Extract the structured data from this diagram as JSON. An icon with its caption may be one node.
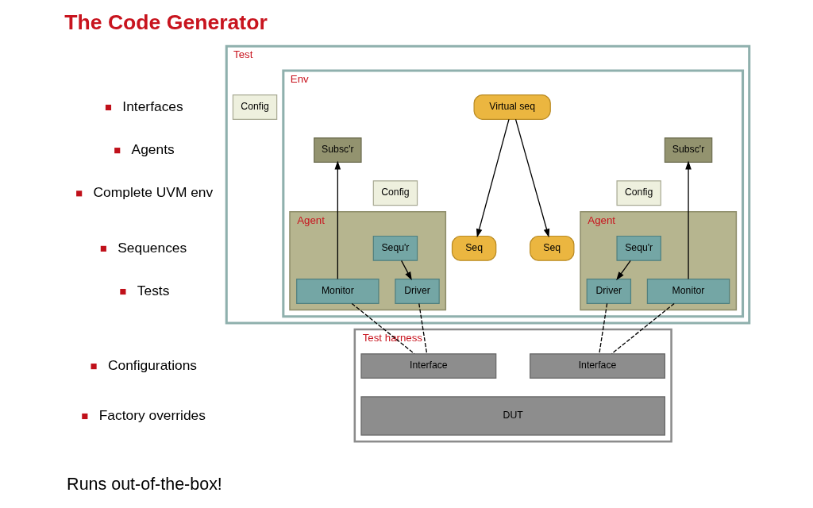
{
  "diagram": {
    "title": "The Code Generator",
    "nodes": [
      {
        "text": [
          "Test"
        ]
      },
      {
        "text": [
          "Config"
        ],
        "in": 0
      },
      {
        "text": [
          "Env"
        ],
        "in": 0
      },
      {
        "text": [
          "Virtual seq"
        ],
        "in": 2
      },
      {
        "text": [
          "Subsc'r"
        ],
        "in": 2
      },
      {
        "text": [
          "Subsc'r"
        ],
        "in": 2
      },
      {
        "text": [
          "Config"
        ],
        "in": 2
      },
      {
        "text": [
          "Agent"
        ],
        "in": 2
      },
      {
        "text": [
          "Sequ'r"
        ],
        "in": 7
      },
      {
        "text": [
          "Seq"
        ],
        "in": 2
      },
      {
        "text": [
          "Monitor"
        ],
        "in": 7
      },
      {
        "text": [
          "Driver"
        ],
        "in": 7
      },
      {
        "text": [
          "Config"
        ],
        "in": 2
      },
      {
        "text": [
          "Agent"
        ],
        "in": 2
      },
      {
        "text": [
          "Sequ'r"
        ],
        "in": 13
      },
      {
        "text": [
          "Seq"
        ],
        "in": 2
      },
      {
        "text": [
          "Monitor"
        ],
        "in": 13
      },
      {
        "text": [
          "Driver"
        ],
        "in": 13
      },
      {
        "text": [
          "Test harness"
        ]
      },
      {
        "text": [
          "Interface"
        ],
        "in": 18
      },
      {
        "text": [
          "Interface"
        ],
        "in": 18
      },
      {
        "text": [
          "DUT"
        ],
        "in": 18
      }
    ],
    "edges": [
      {
        "from": 3,
        "to": 9,
        "arrow": "to"
      },
      {
        "from": 3,
        "to": 15,
        "arrow": "to"
      },
      {
        "from": 10,
        "to": 4,
        "arrow": "to"
      },
      {
        "from": 8,
        "to": 11,
        "arrow": "to"
      },
      {
        "from": 16,
        "to": 5,
        "arrow": "to"
      },
      {
        "from": 14,
        "to": 17,
        "arrow": "to"
      },
      {
        "from": 10,
        "to": 19,
        "arrow": "none",
        "style": "dashed"
      },
      {
        "from": 11,
        "to": 19,
        "arrow": "none",
        "style": "dashed"
      },
      {
        "from": 16,
        "to": 20,
        "arrow": "none",
        "style": "dashed"
      },
      {
        "from": 17,
        "to": 20,
        "arrow": "none",
        "style": "dashed"
      }
    ],
    "labels": [
      "Interfaces",
      "Agents",
      "Complete UVM env",
      "Sequences",
      "Tests",
      "Configurations",
      "Factory overrides",
      "Runs out-of-the-box!"
    ]
  }
}
